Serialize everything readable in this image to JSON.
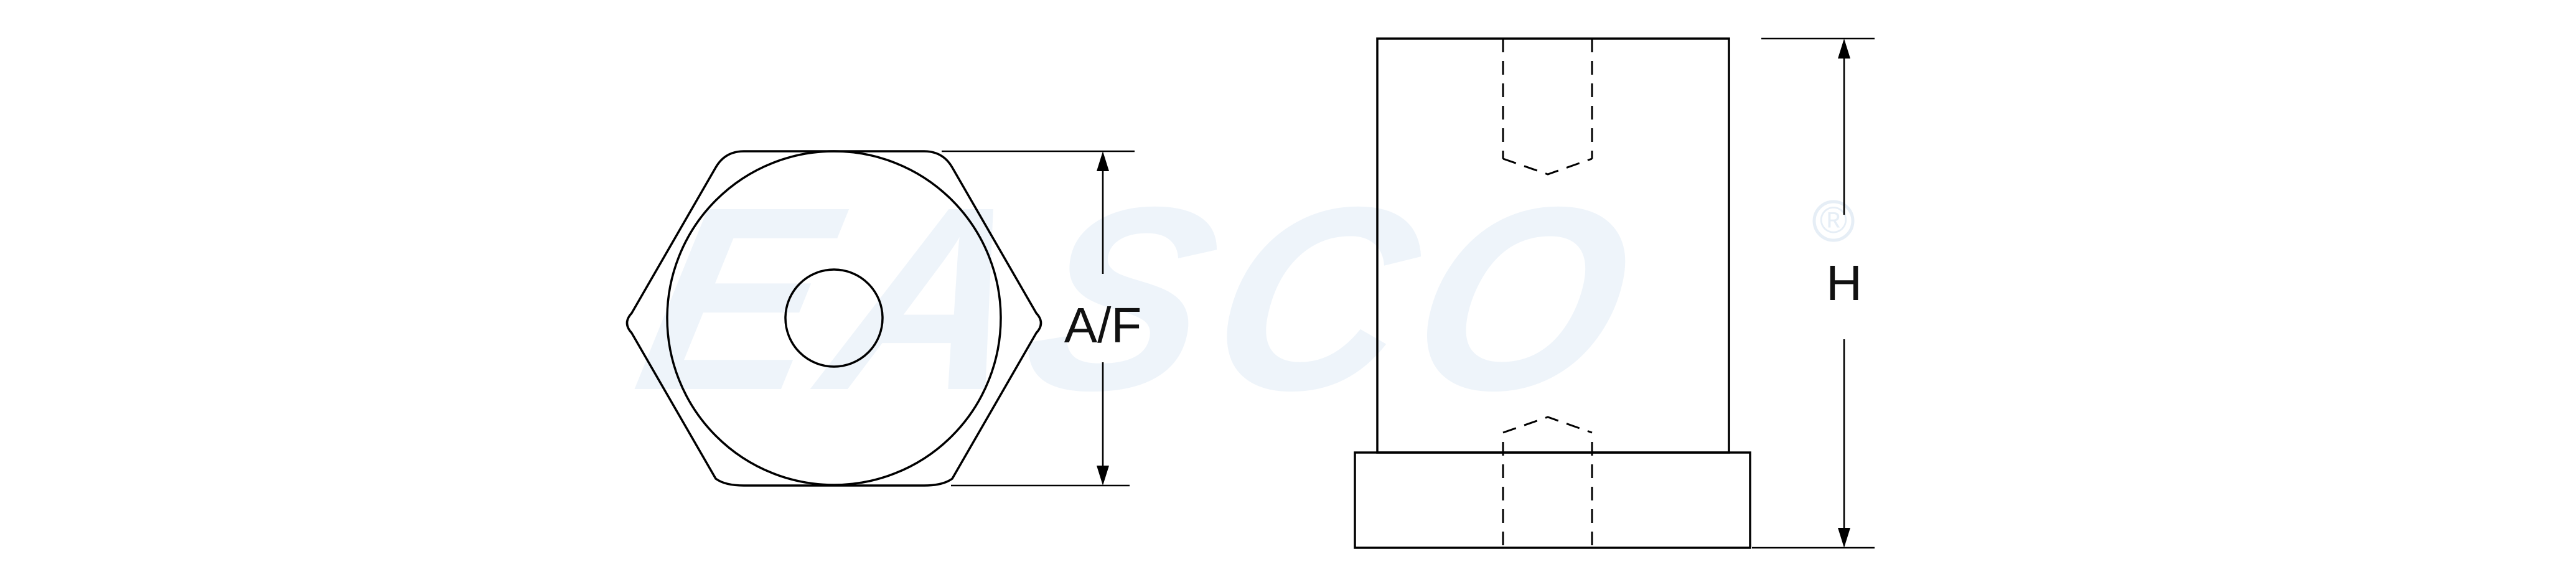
{
  "watermark": {
    "text": "EASCO",
    "registered_mark": "®"
  },
  "dimensions": {
    "across_flats_label": "A/F",
    "height_label": "H"
  },
  "colors": {
    "line": "#000000",
    "watermark": "#eef4fa"
  }
}
